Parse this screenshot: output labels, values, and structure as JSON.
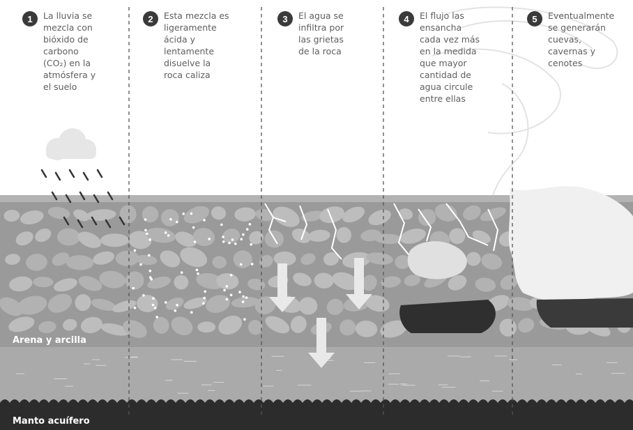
{
  "steps": [
    {
      "number": "1",
      "text": "La lluvia se\nmezcla con\nbióxido de\ncarbono\n(CO₂) en la\natmósfera y\nel suelo"
    },
    {
      "number": "2",
      "text": "Esta mezcla es\nligeramente\nácida y\nlentamente\ndisuelve la\nroca caliza"
    },
    {
      "number": "3",
      "text": "El agua se\ninfiltra por\nlas grietas\nde la roca"
    },
    {
      "number": "4",
      "text": "El flujo las\nensancha\ncada vez más\nen la medida\nque mayor\ncantidad de\nagua circule\nentre ellas"
    },
    {
      "number": "5",
      "text": "Eventualmente\nse generarán\ncuevas,\ncavernas y\ncenotes"
    }
  ],
  "layers": {
    "sand_clay": "Arena y arcilla",
    "aquifer": "Manto acuífero"
  },
  "colors": {
    "rock": "#9c9c9c",
    "rock_dark": "#868686",
    "pebble": "#bcbcbc",
    "sand": "#a9a9a9",
    "aquifer_band": "#c7c7c7",
    "aquifer_dark": "#2f2f2f",
    "cave": "#d7d7d7",
    "divider": "#555555"
  }
}
